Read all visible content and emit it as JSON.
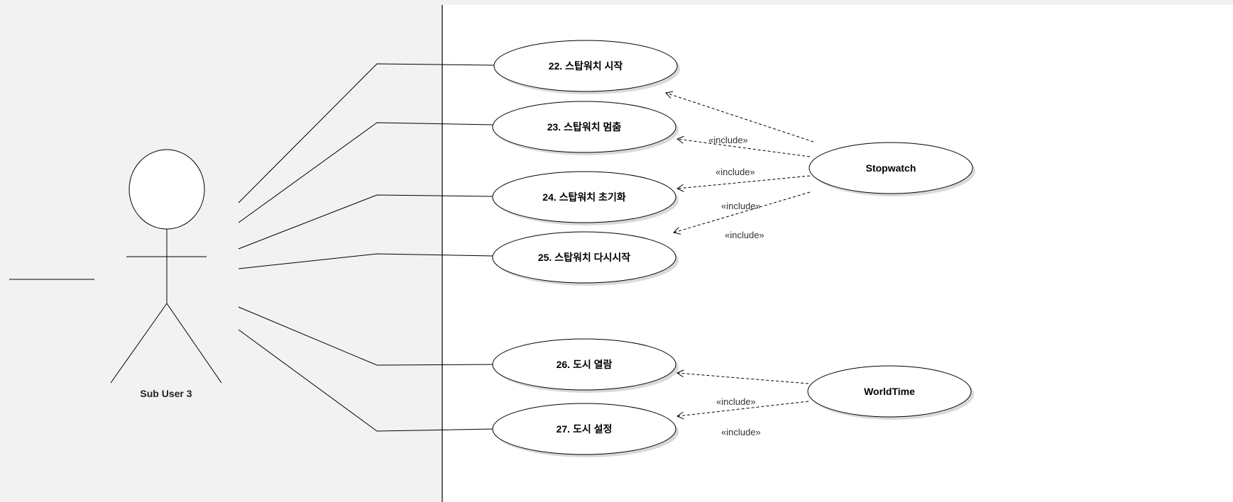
{
  "actor": {
    "name": "Sub User 3"
  },
  "use_cases": [
    {
      "label": "22. 스탑워치 시작"
    },
    {
      "label": "23. 스탑워치 멈춤"
    },
    {
      "label": "24. 스탑워치 초기화"
    },
    {
      "label": "25. 스탑워치 다시시작"
    },
    {
      "label": "26. 도시 열람"
    },
    {
      "label": "27. 도시 설정"
    }
  ],
  "components": [
    {
      "label": "Stopwatch"
    },
    {
      "label": "WorldTime"
    }
  ],
  "include_label": "«include»",
  "colors": {
    "left_panel": "#f2f2f2",
    "top_strip": "#f2f2f2",
    "line": "#000000",
    "ellipse_fill": "#ffffff",
    "shadow": "#d0d0d0"
  }
}
